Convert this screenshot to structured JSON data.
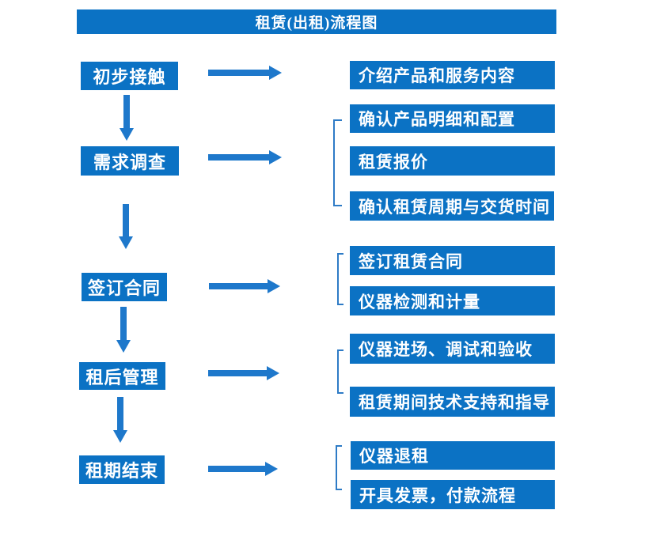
{
  "title": "租赁(出租)流程图",
  "colors": {
    "box_fill": "#0b72c4",
    "arrow": "#1e78cb",
    "bracket": "#2e7bc6",
    "text": "#ffffff",
    "background": "#ffffff"
  },
  "groups": [
    {
      "step": "初步接触",
      "details": [
        "介绍产品和服务内容"
      ]
    },
    {
      "step": "需求调查",
      "details": [
        "确认产品明细和配置",
        "租赁报价",
        "确认租赁周期与交货时间"
      ]
    },
    {
      "step": "签订合同",
      "details": [
        "签订租赁合同",
        "仪器检测和计量"
      ]
    },
    {
      "step": "租后管理",
      "details": [
        "仪器进场、调试和验收",
        "租赁期间技术支持和指导"
      ]
    },
    {
      "step": "租期结束",
      "details": [
        "仪器退租",
        "开具发票，付款流程"
      ]
    }
  ]
}
